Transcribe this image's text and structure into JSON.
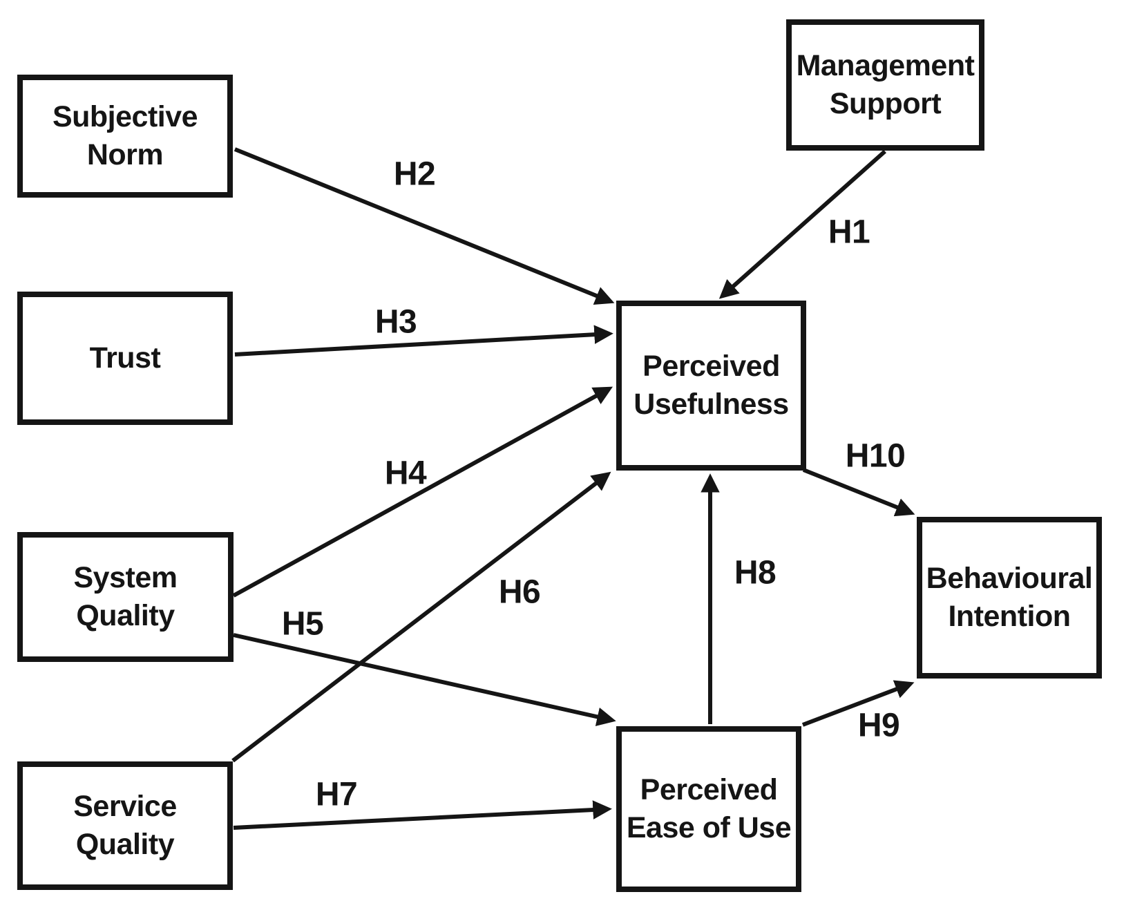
{
  "colors": {
    "ink": "#151515",
    "background": "#ffffff"
  },
  "nodes": [
    {
      "id": "subjective-norm",
      "label": "Subjective Norm"
    },
    {
      "id": "trust",
      "label": "Trust"
    },
    {
      "id": "system-quality",
      "label": "System Quality"
    },
    {
      "id": "service-quality",
      "label": "Service Quality"
    },
    {
      "id": "management-support",
      "label": "Management Support"
    },
    {
      "id": "perceived-usefulness",
      "label": "Perceived Usefulness"
    },
    {
      "id": "perceived-ease-of-use",
      "label": "Perceived Ease of Use"
    },
    {
      "id": "behavioural-intention",
      "label": "Behavioural Intention"
    }
  ],
  "edges": [
    {
      "id": "h1",
      "label": "H1",
      "from": "management-support",
      "to": "perceived-usefulness"
    },
    {
      "id": "h2",
      "label": "H2",
      "from": "subjective-norm",
      "to": "perceived-usefulness"
    },
    {
      "id": "h3",
      "label": "H3",
      "from": "trust",
      "to": "perceived-usefulness"
    },
    {
      "id": "h4",
      "label": "H4",
      "from": "system-quality",
      "to": "perceived-usefulness"
    },
    {
      "id": "h5",
      "label": "H5",
      "from": "system-quality",
      "to": "perceived-ease-of-use"
    },
    {
      "id": "h6",
      "label": "H6",
      "from": "service-quality",
      "to": "perceived-usefulness"
    },
    {
      "id": "h7",
      "label": "H7",
      "from": "service-quality",
      "to": "perceived-ease-of-use"
    },
    {
      "id": "h8",
      "label": "H8",
      "from": "perceived-ease-of-use",
      "to": "perceived-usefulness"
    },
    {
      "id": "h9",
      "label": "H9",
      "from": "perceived-ease-of-use",
      "to": "behavioural-intention"
    },
    {
      "id": "h10",
      "label": "H10",
      "from": "perceived-usefulness",
      "to": "behavioural-intention"
    }
  ]
}
